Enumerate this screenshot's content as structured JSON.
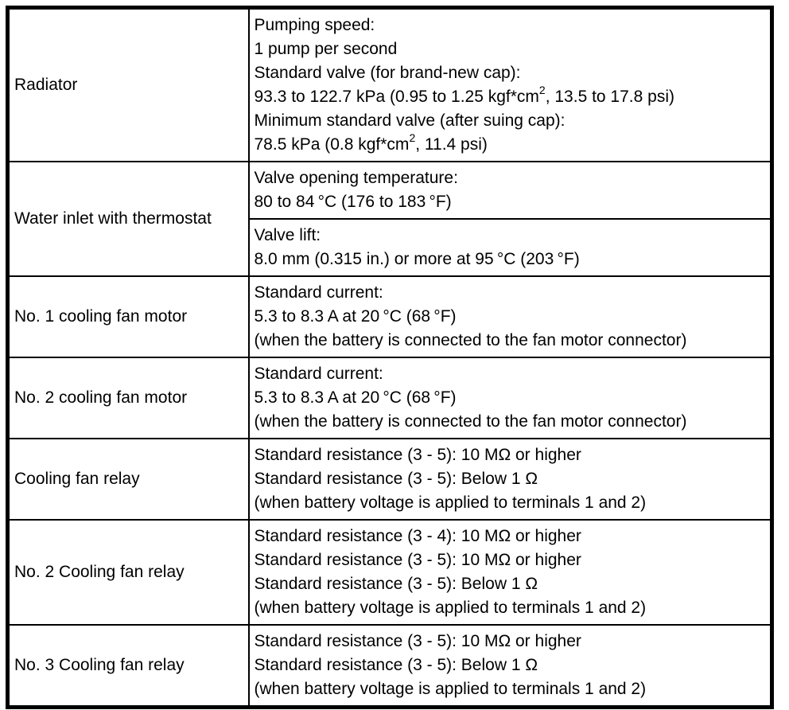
{
  "table": {
    "rows": [
      {
        "component": "Radiator",
        "specs": [
          {
            "lines": [
              "Pumping speed:",
              "1 pump per second",
              "Standard valve (for brand-new cap):",
              "93.3 to 122.7 kPa (0.95 to 1.25 kgf*cm², 13.5 to 17.8 psi)",
              "Minimum standard valve (after suing cap):",
              "78.5 kPa (0.8 kgf*cm², 11.4 psi)"
            ]
          }
        ]
      },
      {
        "component": "Water inlet with thermostat",
        "specs": [
          {
            "lines": [
              "Valve opening temperature:",
              "80 to 84 °C (176 to 183 °F)"
            ]
          },
          {
            "lines": [
              "Valve lift:",
              "8.0 mm (0.315 in.) or more at 95 °C (203 °F)"
            ]
          }
        ]
      },
      {
        "component": "No. 1 cooling fan motor",
        "specs": [
          {
            "lines": [
              "Standard current:",
              "5.3 to 8.3 A at 20 °C (68 °F)",
              "(when the battery is connected to the fan motor connector)"
            ]
          }
        ]
      },
      {
        "component": "No. 2 cooling fan motor",
        "specs": [
          {
            "lines": [
              "Standard current:",
              "5.3 to 8.3 A at 20 °C (68 °F)",
              "(when the battery is connected to the fan motor connector)"
            ]
          }
        ]
      },
      {
        "component": "Cooling fan relay",
        "specs": [
          {
            "lines": [
              "Standard resistance (3 - 5): 10 MΩ or higher",
              "Standard resistance (3 - 5): Below 1 Ω",
              "(when battery voltage is applied to terminals 1 and 2)"
            ]
          }
        ]
      },
      {
        "component": "No. 2 Cooling fan relay",
        "specs": [
          {
            "lines": [
              "Standard resistance (3 - 4): 10 MΩ or higher",
              "Standard resistance (3 - 5): 10 MΩ or higher",
              "Standard resistance (3 - 5): Below 1 Ω",
              "(when battery voltage is applied to terminals 1 and 2)"
            ]
          }
        ]
      },
      {
        "component": "No. 3 Cooling fan relay",
        "specs": [
          {
            "lines": [
              "Standard resistance (3 - 5): 10 MΩ or higher",
              "Standard resistance (3 - 5): Below 1 Ω",
              "(when battery voltage is applied to terminals 1 and 2)"
            ]
          }
        ]
      }
    ]
  }
}
